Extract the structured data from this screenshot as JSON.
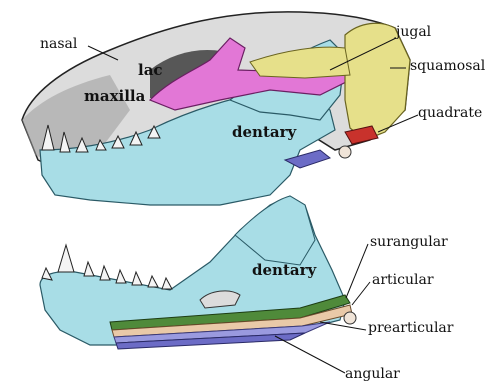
{
  "labels": {
    "nasal": "nasal",
    "lac": "lac",
    "maxilla": "maxilla",
    "dentary_upper": "dentary",
    "jugal": "jugal",
    "squamosal": "squamosal",
    "quadrate": "quadrate",
    "dentary_lower": "dentary",
    "surangular": "surangular",
    "articular": "articular",
    "prearticular": "prearticular",
    "angular": "angular"
  },
  "colors": {
    "dentary": "#a8dde6",
    "jugal": "#e277d6",
    "squamosal": "#e6e08a",
    "quadrate": "#c8322c",
    "surangular": "#4f8a3a",
    "articular": "#e9c9a8",
    "prearticular": "#9a9adf",
    "angular": "#6c6cc6",
    "skull": "#d9d9d9"
  }
}
